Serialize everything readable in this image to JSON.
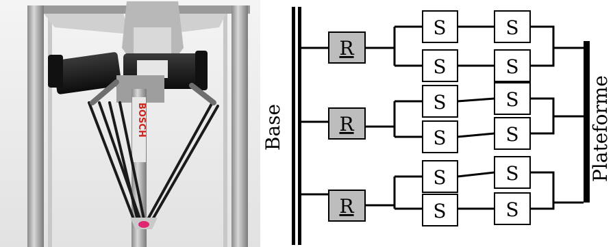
{
  "diagram": {
    "base_label": "Base",
    "platform_label": "Plateforme",
    "revolute_label": "R",
    "spherical_label": "S",
    "colors": {
      "revolute_fill": "#bdbdbd",
      "spherical_fill": "#ffffff",
      "line": "#000000"
    },
    "legs": [
      {
        "joint": "R",
        "branches": [
          [
            "S",
            "S"
          ],
          [
            "S",
            "S"
          ]
        ]
      },
      {
        "joint": "R",
        "branches": [
          [
            "S",
            "S"
          ],
          [
            "S",
            "S"
          ]
        ]
      },
      {
        "joint": "R",
        "branches": [
          [
            "S",
            "S"
          ],
          [
            "S",
            "S"
          ]
        ]
      }
    ]
  },
  "photo": {
    "logo_text": "BOSCH"
  }
}
